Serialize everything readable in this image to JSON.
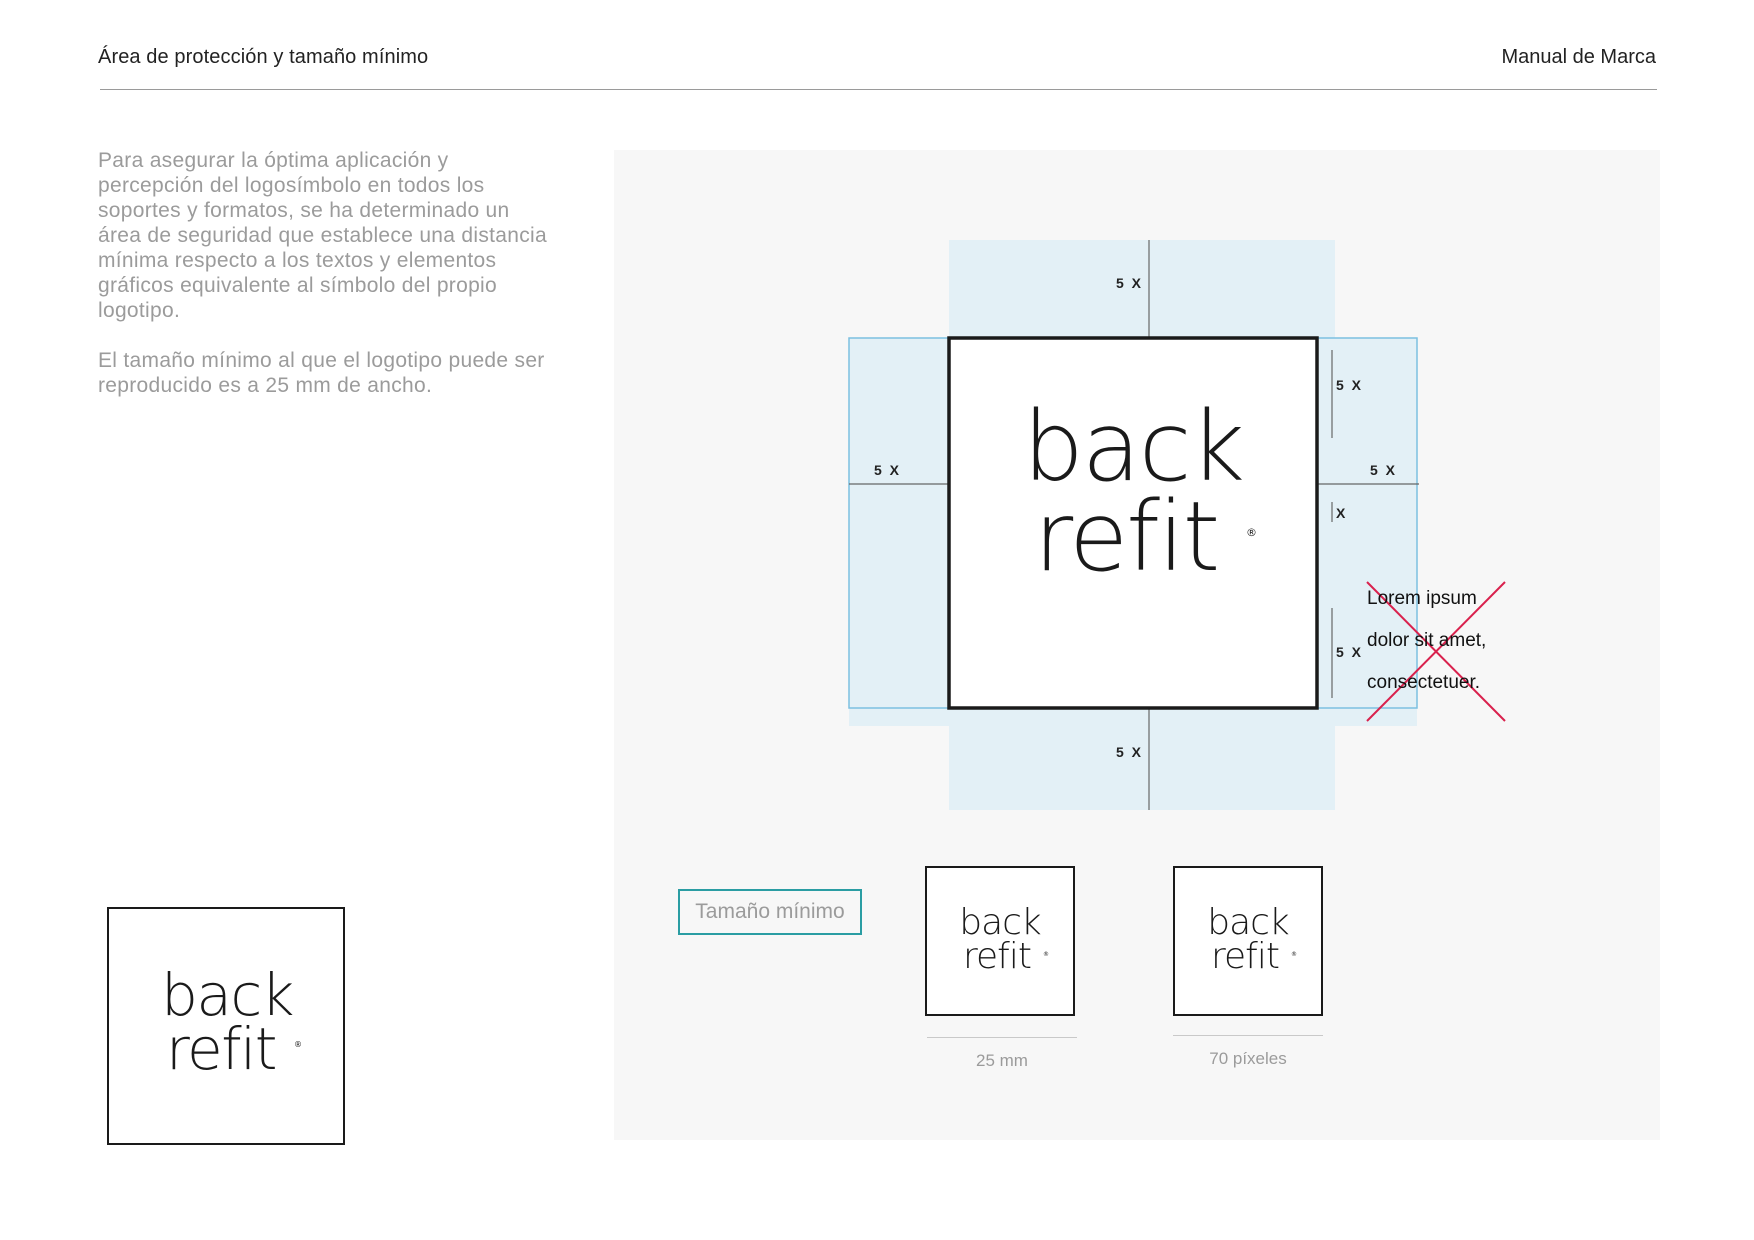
{
  "header": {
    "section_title": "Área de protección y tamaño mínimo",
    "manual_title": "Manual de Marca"
  },
  "intro": {
    "paragraph_1": "Para asegurar la óptima aplicación y percepción del logosímbolo en todos los soportes y formatos, se ha determinado un área de seguridad que establece una distancia mínima respecto a los textos y elementos gráficos equivalente al símbolo del propio logotipo.",
    "paragraph_2": "El tamaño mínimo al que el logotipo puede ser reproducido es a 25 mm de ancho."
  },
  "logo": {
    "line_1": "back",
    "line_2": "refit",
    "registered_mark": "®"
  },
  "measurements": {
    "top": "5 X",
    "left": "5 X",
    "right": "5 X",
    "right_upper": "5 X",
    "right_lower": "5 X",
    "bottom": "5 X",
    "unit": "X"
  },
  "invalid_text": {
    "line_1": "Lorem ipsum",
    "line_2": "dolor sit amet,",
    "line_3": "consectetuer."
  },
  "minimum_size": {
    "label": "Tamaño mínimo",
    "print_caption": "25 mm",
    "screen_caption": "70 píxeles"
  },
  "colors": {
    "safe_area_fill": "#e3f0f6",
    "safe_area_stroke": "#7cc0e0",
    "cross": "#d9214d",
    "label_border": "#2a9da3"
  }
}
